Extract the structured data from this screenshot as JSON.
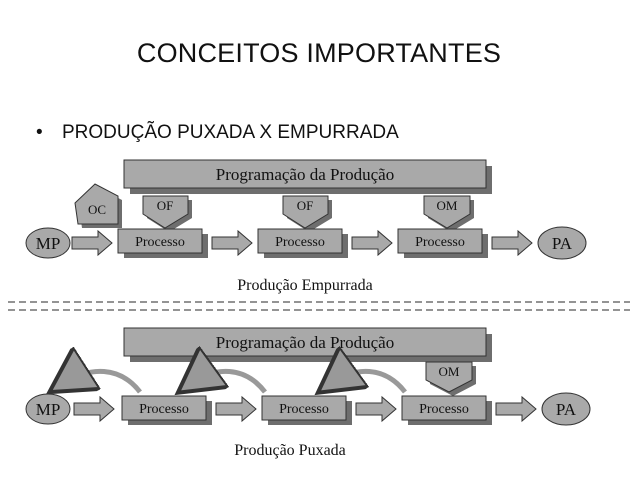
{
  "title": "CONCEITOS IMPORTANTES",
  "bullet": {
    "marker": "•",
    "text": "PRODUÇÃO PUXADA  X EMPURRADA"
  },
  "push_diagram": {
    "planning_label": "Programação da Produção",
    "order_tags": [
      "OC",
      "OF",
      "OF",
      "OM"
    ],
    "start_node": "MP",
    "process_labels": [
      "Processo",
      "Processo",
      "Processo"
    ],
    "end_node": "PA",
    "caption": "Produção Empurrada"
  },
  "pull_diagram": {
    "planning_label": "Programação da Produção",
    "order_tag": "OM",
    "start_node": "MP",
    "process_labels": [
      "Processo",
      "Processo",
      "Processo"
    ],
    "end_node": "PA",
    "caption": "Produção Puxada"
  },
  "colors": {
    "box_fill": "#a9a9a9",
    "box_shadow": "#6e6e6e",
    "stroke": "#333333",
    "text": "#111111"
  }
}
